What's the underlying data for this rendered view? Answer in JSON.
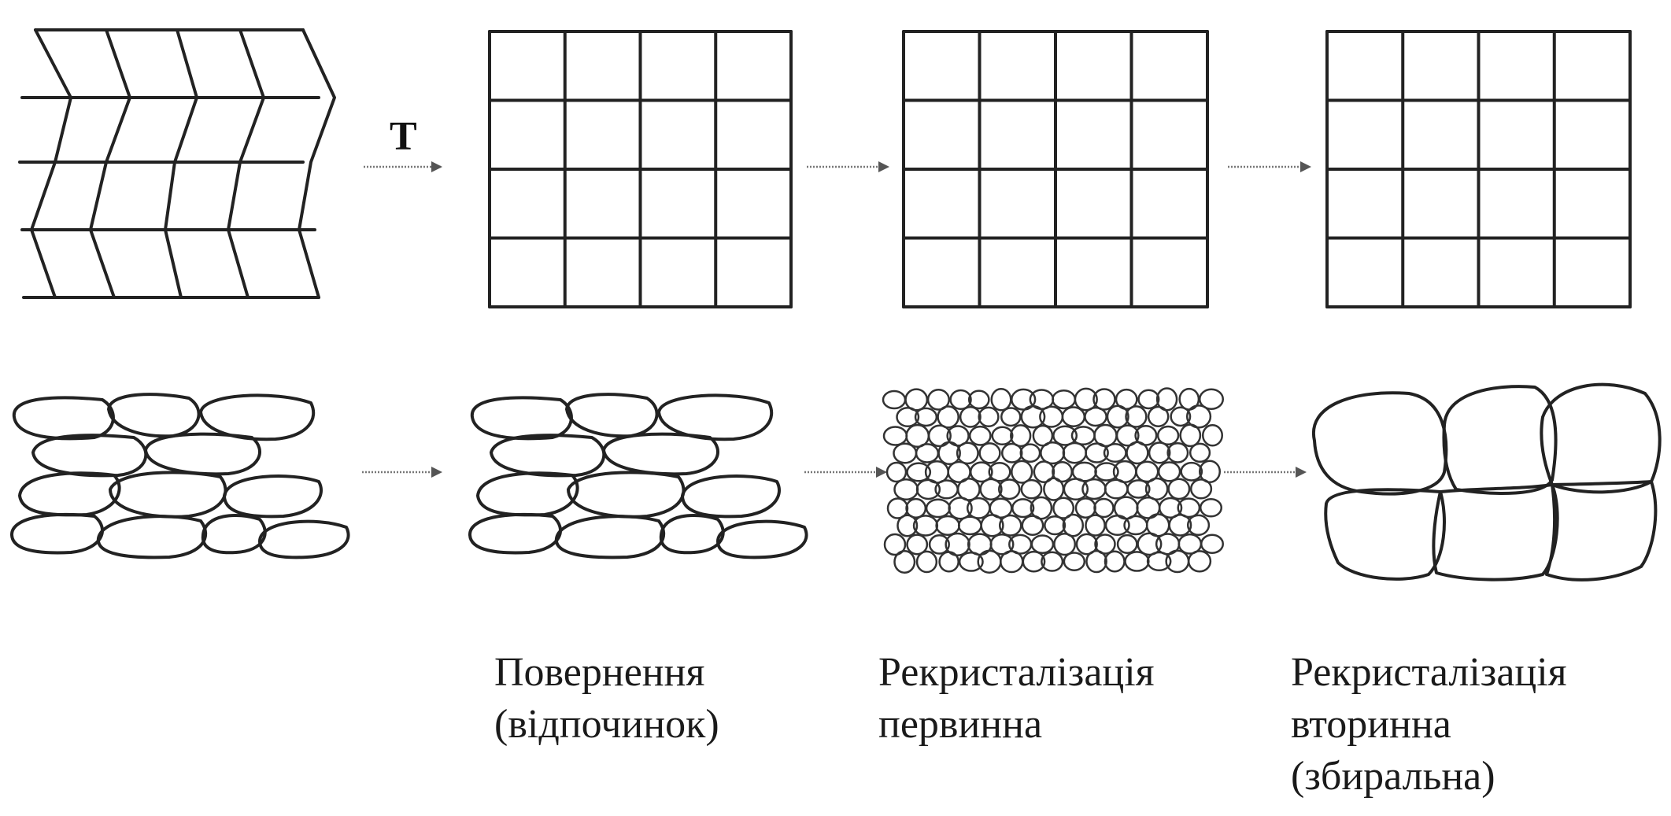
{
  "arrow_label": "T",
  "stages": [
    {
      "id": "deformed",
      "label": ""
    },
    {
      "id": "recovery",
      "label": "Повернення\n(відпочинок)"
    },
    {
      "id": "primary",
      "label": "Рекристалізація\nпервинна"
    },
    {
      "id": "secondary",
      "label": "Рекристалізація\nвторинна\n(збиральна)"
    }
  ],
  "colors": {
    "ink": "#222222",
    "arrow": "#777777",
    "background": "#ffffff"
  }
}
